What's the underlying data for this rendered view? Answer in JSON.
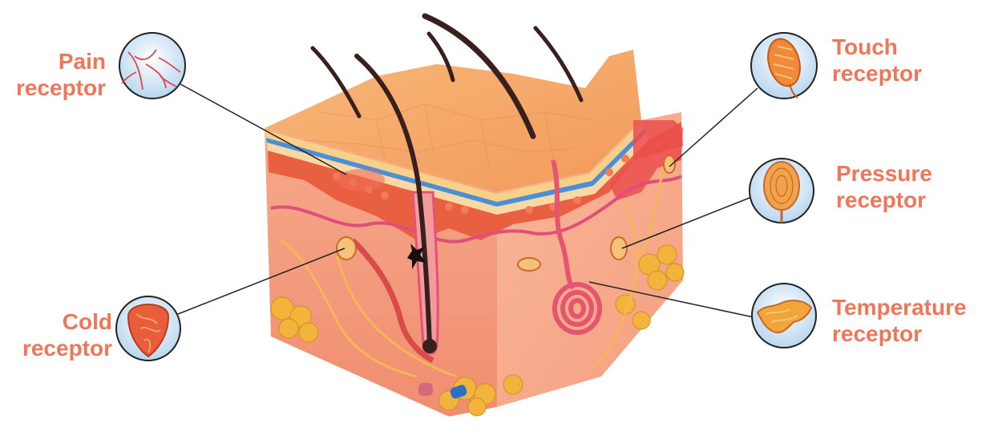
{
  "colors": {
    "label": "#ee7759",
    "skin_surface": "#f4a86a",
    "skin_side": "#f0906e",
    "dermis": "#f28c70",
    "epidermis_red": "#e5573a",
    "fat": "#f3b53d",
    "hair": "#3a1f1f",
    "nerve": "#f2b35a",
    "vessel_blue": "#2d6fc4",
    "leader_line": "#222222"
  },
  "labels": {
    "pain": {
      "line1": "Pain",
      "line2": "receptor"
    },
    "cold": {
      "line1": "Cold",
      "line2": "receptor"
    },
    "touch": {
      "line1": "Touch",
      "line2": "receptor"
    },
    "pressure": {
      "line1": "Pressure",
      "line2": "receptor"
    },
    "temperature": {
      "line1": "Temperature",
      "line2": "receptor"
    }
  }
}
